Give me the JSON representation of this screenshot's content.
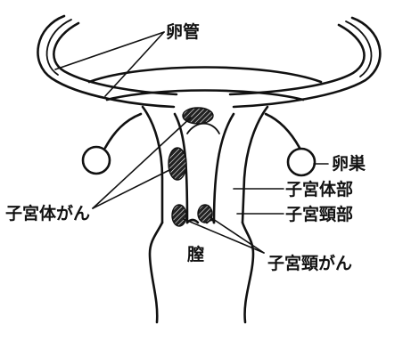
{
  "labels": {
    "fallopian_tube": "卵管",
    "ovary": "卵巣",
    "uterine_body": "子宮体部",
    "uterine_body_cancer": "子宮体がん",
    "cervix": "子宮頸部",
    "vagina": "膣",
    "cervical_cancer": "子宮頸がん"
  },
  "colors": {
    "line": "#111111",
    "tumor": "#222222",
    "background": "#ffffff"
  }
}
